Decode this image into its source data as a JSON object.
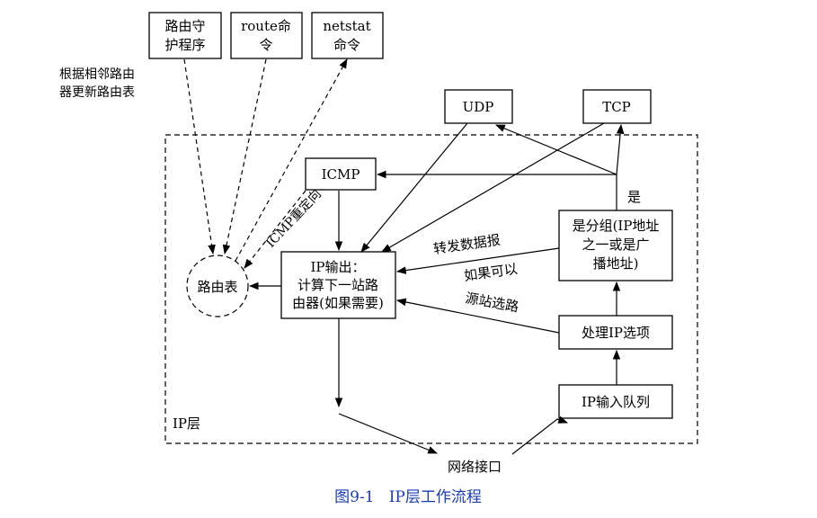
{
  "nodes": {
    "routing_daemon": [
      "路由守",
      "护程序"
    ],
    "route_cmd": [
      "route命",
      "令"
    ],
    "netstat_cmd": [
      "netstat",
      "命令"
    ],
    "udp": "UDP",
    "tcp": "TCP",
    "icmp": "ICMP",
    "routing_table": "路由表",
    "ip_output": [
      "IP输出：",
      "计算下一站路",
      "由器(如果需要)"
    ],
    "is_for_us": [
      "是分组(IP地址",
      "之一或是广",
      "播地址)"
    ],
    "process_ip_options": "处理IP选项",
    "ip_input_queue": "IP输入队列",
    "network_interface": "网络接口"
  },
  "labels": {
    "update_note": [
      "根据相邻路由",
      "器更新路由表"
    ],
    "icmp_redirect": "ICMP重定向",
    "yes": "是",
    "forward_datagram": "转发数据报",
    "if_possible": "如果可以",
    "source_route": "源站选路",
    "ip_layer": "IP层"
  },
  "caption": "图9-1   IP层工作流程",
  "colors": {
    "caption": "#1a3bb5",
    "lines": "#000000"
  }
}
